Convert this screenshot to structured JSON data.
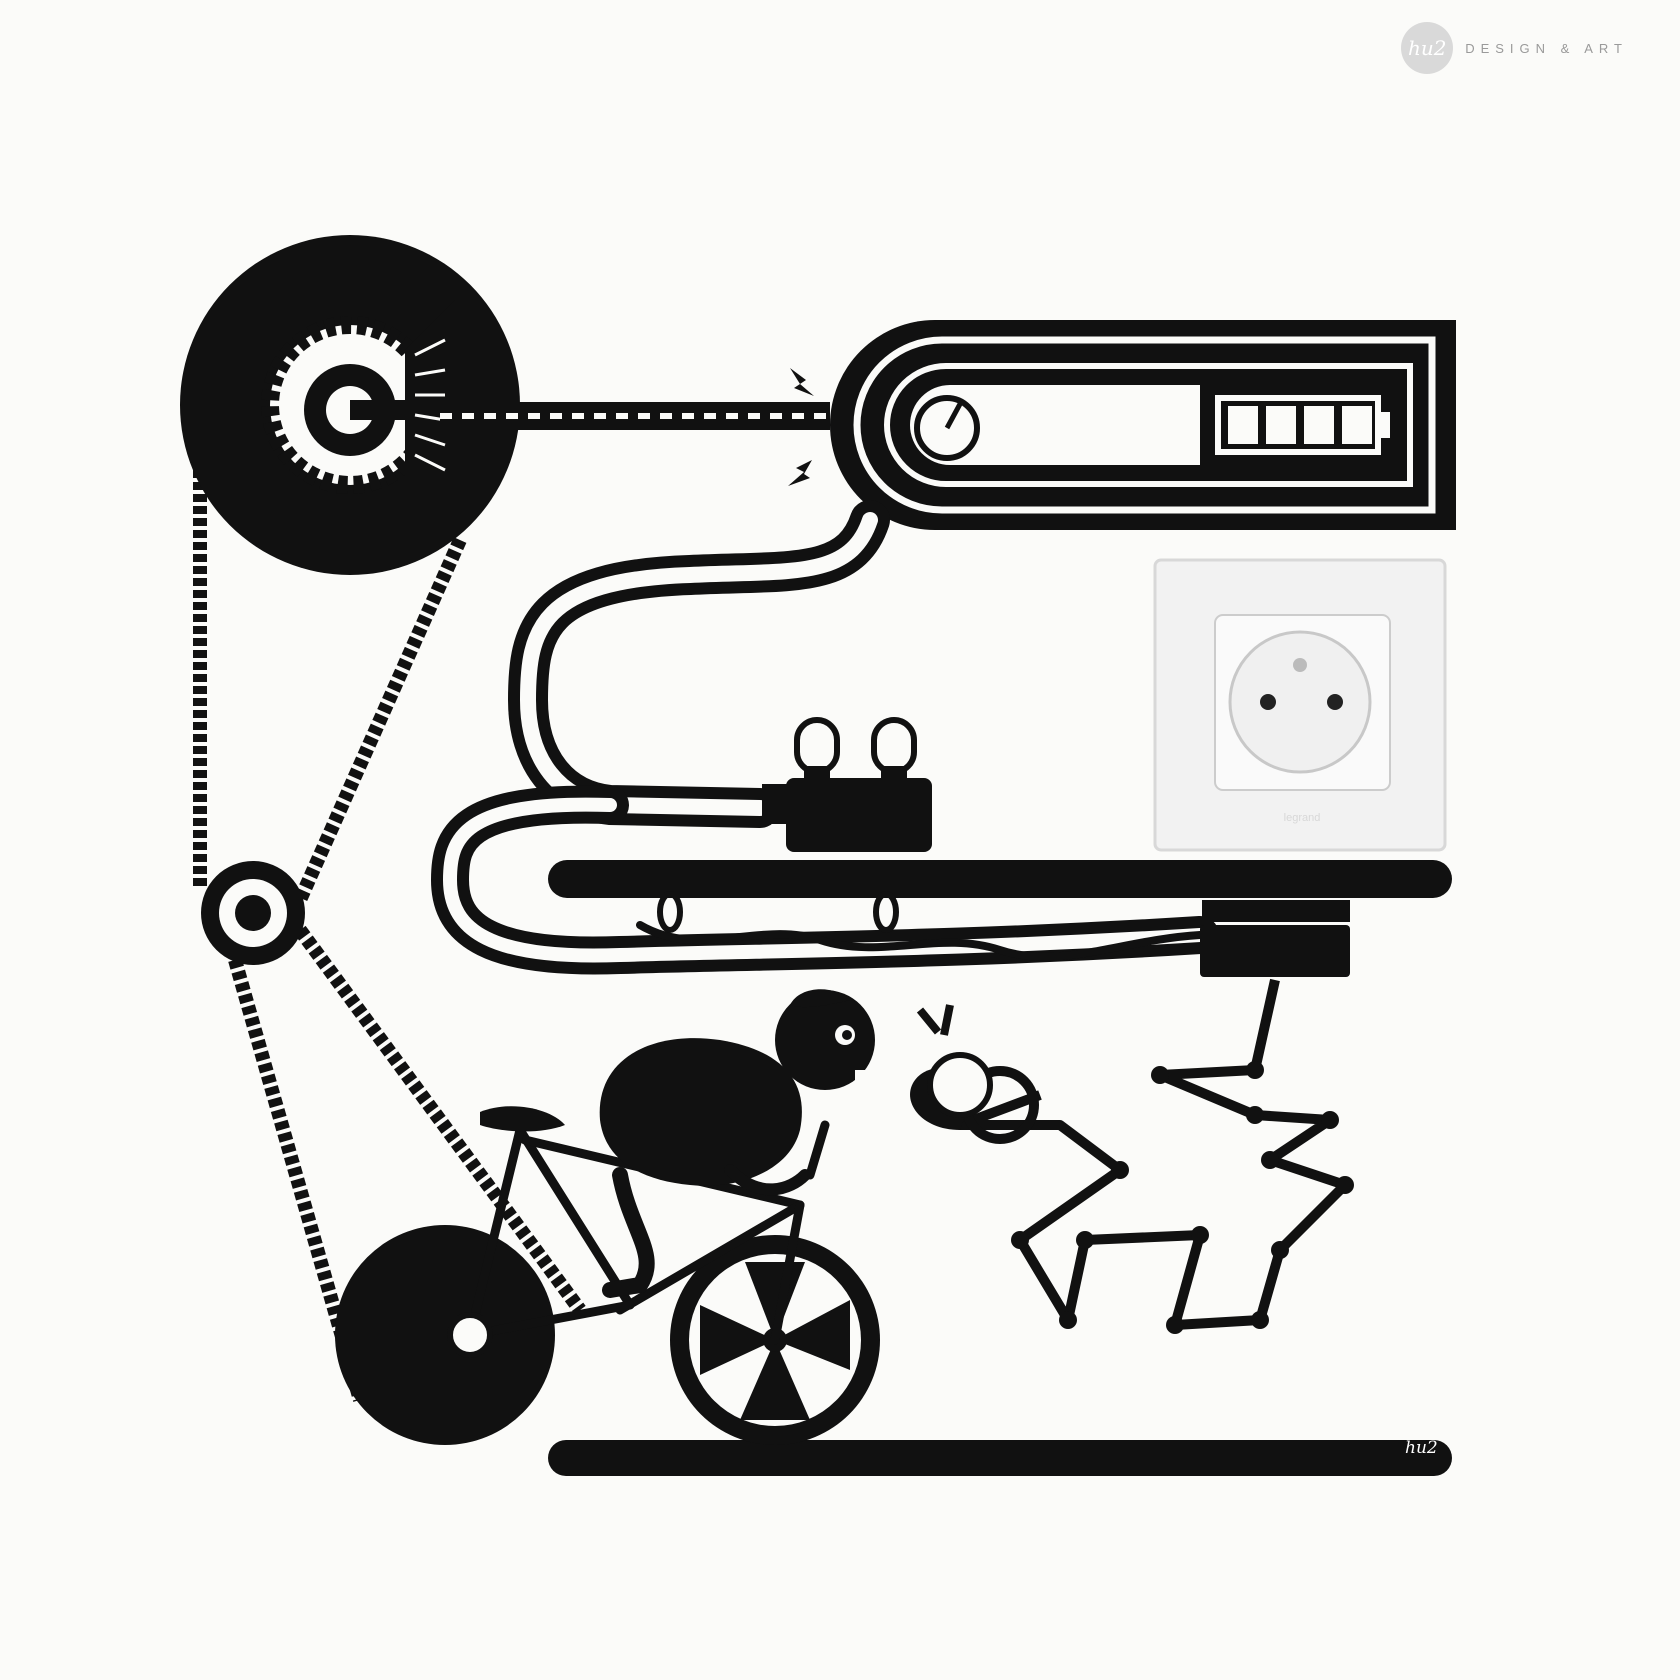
{
  "brand": {
    "logo_text": "hu2",
    "name": "DESIGN & ART"
  },
  "signature": "hu2",
  "socket": {
    "brand_text": "legrand"
  },
  "battery": {
    "segments_filled": 4,
    "segments_total": 4
  },
  "icons": [
    "gear-icon",
    "battery-icon",
    "power-socket-icon",
    "light-bulb-icon",
    "lightning-icon",
    "bicycle-icon",
    "rat-icon",
    "gauge-icon"
  ],
  "colors": {
    "ink": "#111111",
    "paper": "#fbfbf9",
    "brand_grey": "#9a9a9a",
    "socket_white": "#f2f2f2"
  }
}
